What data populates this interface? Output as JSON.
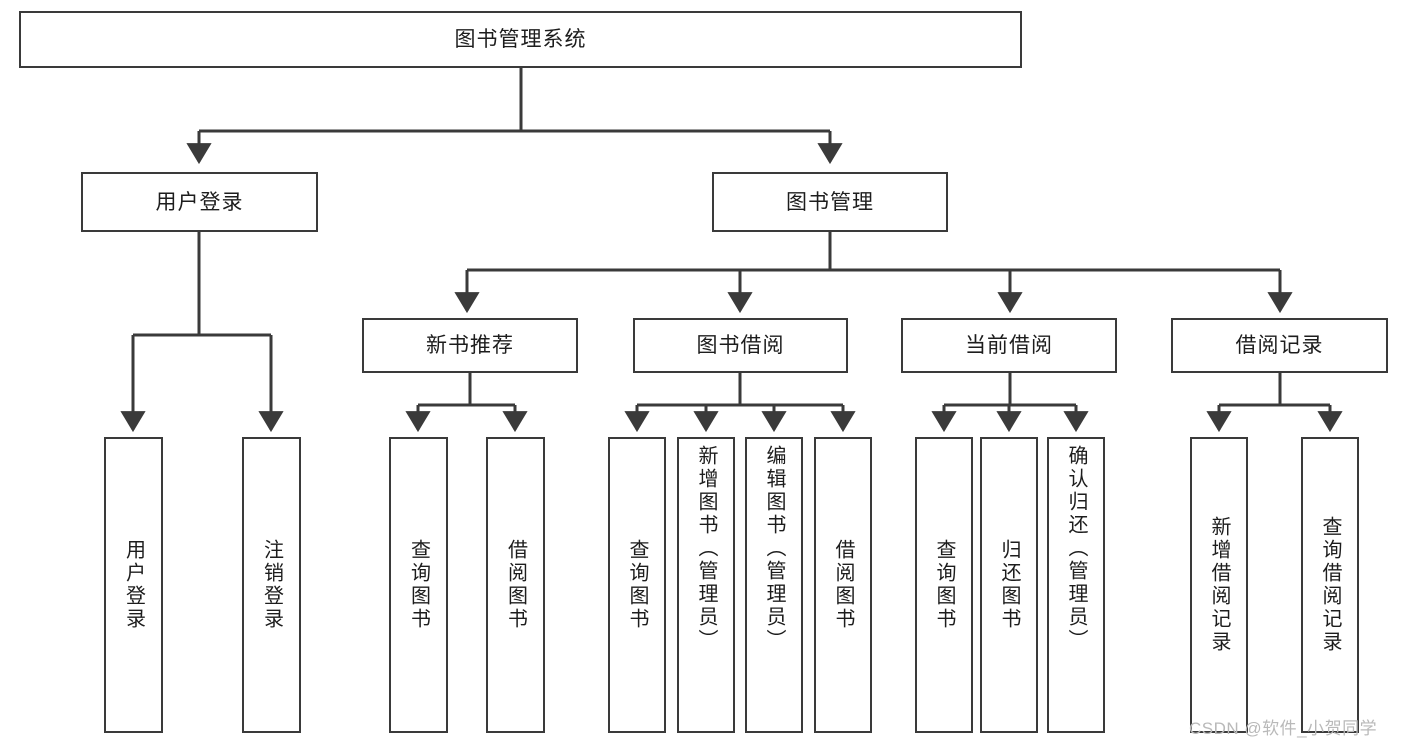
{
  "diagram": {
    "title": "图书管理系统",
    "type": "tree-hierarchy-chart",
    "root": {
      "id": "root",
      "label": "图书管理系统"
    },
    "level2": [
      {
        "id": "user-login",
        "label": "用户登录"
      },
      {
        "id": "book-manage",
        "label": "图书管理"
      }
    ],
    "level3": [
      {
        "id": "new-book-recommend",
        "label": "新书推荐"
      },
      {
        "id": "book-borrow",
        "label": "图书借阅"
      },
      {
        "id": "current-borrow",
        "label": "当前借阅"
      },
      {
        "id": "borrow-record",
        "label": "借阅记录"
      }
    ],
    "leaves": {
      "user_login": [
        {
          "id": "leaf-user-login",
          "label": "用户登录"
        },
        {
          "id": "leaf-logout-login",
          "label": "注销登录"
        }
      ],
      "new_book_recommend": [
        {
          "id": "leaf-query-book-1",
          "label": "查询图书"
        },
        {
          "id": "leaf-borrow-book-1",
          "label": "借阅图书"
        }
      ],
      "book_borrow": [
        {
          "id": "leaf-query-book-2",
          "label": "查询图书"
        },
        {
          "id": "leaf-add-book-admin",
          "label": "新增图书（管理员）"
        },
        {
          "id": "leaf-edit-book-admin",
          "label": "编辑图书（管理员）"
        },
        {
          "id": "leaf-borrow-book-2",
          "label": "借阅图书"
        }
      ],
      "current_borrow": [
        {
          "id": "leaf-query-book-3",
          "label": "查询图书"
        },
        {
          "id": "leaf-return-book",
          "label": "归还图书"
        },
        {
          "id": "leaf-confirm-return-admin",
          "label": "确认归还（管理员）"
        }
      ],
      "borrow_record": [
        {
          "id": "leaf-add-borrow-record",
          "label": "新增借阅记录"
        },
        {
          "id": "leaf-query-borrow-record",
          "label": "查询借阅记录"
        }
      ]
    }
  },
  "watermark": {
    "text": "CSDN @软件_小贺同学"
  },
  "colors": {
    "stroke": "#3a3a3a",
    "background": "#ffffff",
    "text": "#1d1d1d",
    "watermark": "#b9b9b9"
  }
}
